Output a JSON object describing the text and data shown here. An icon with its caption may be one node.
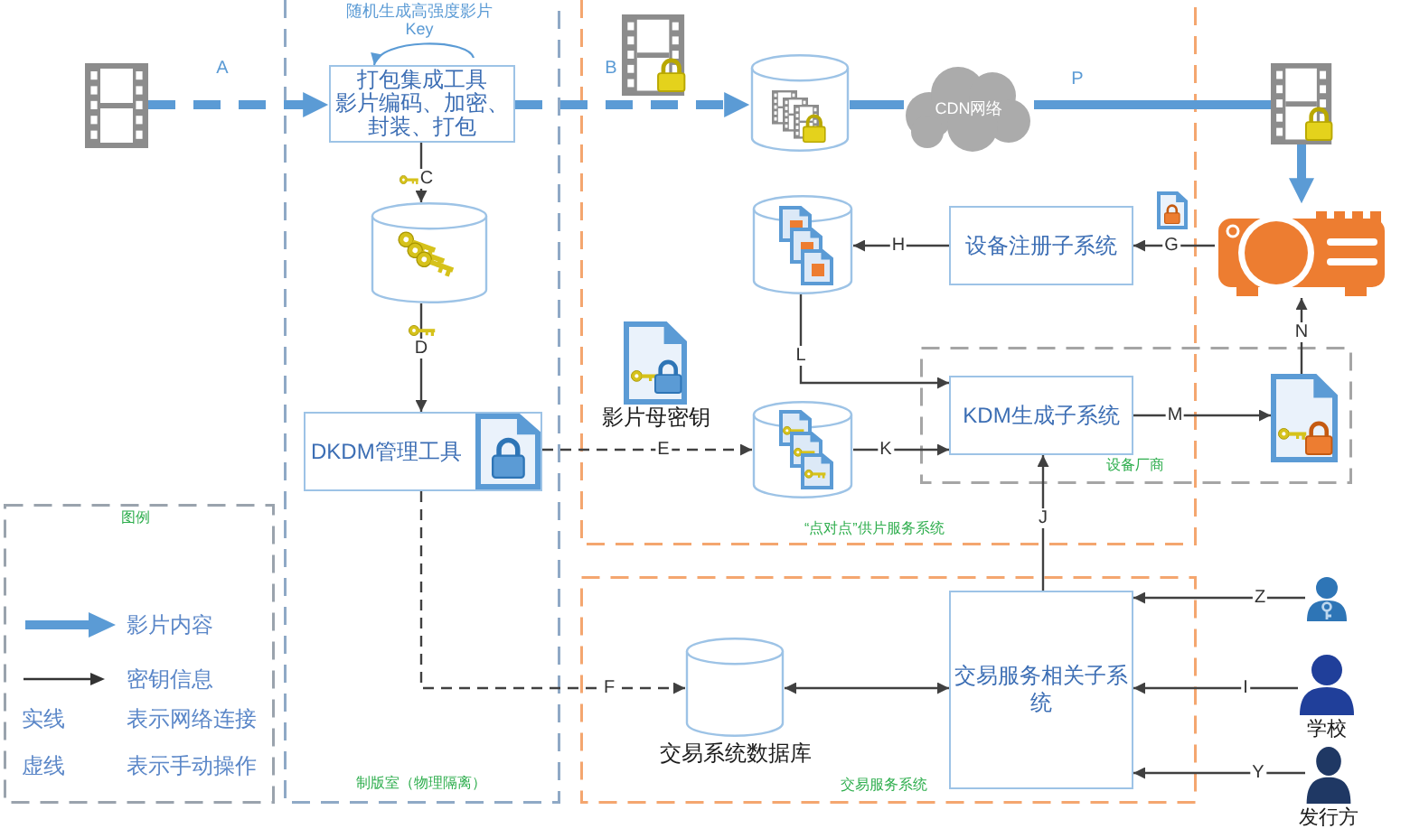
{
  "diagram": {
    "nodes": [
      {
        "text": [],
        "shape": "picture"
      },
      {
        "text": [
          "制版室（物理隔离）"
        ]
      },
      {
        "text": [
          "打包集成工具",
          "影片编码、加密、封装、打包"
        ],
        "in": 1
      },
      {
        "text": [],
        "shape": "cylinder",
        "in": 1
      },
      {
        "text": [
          "DKDM管理工具"
        ],
        "in": 1
      },
      {
        "text": [
          "“点对点”供片服务系统"
        ]
      },
      {
        "text": [],
        "shape": "cylinder",
        "in": 5
      },
      {
        "text": [
          "CDN网络"
        ],
        "in": 5
      },
      {
        "text": [],
        "shape": "cylinder",
        "in": 5
      },
      {
        "text": [
          "设备注册子系统"
        ],
        "in": 5
      },
      {
        "text": [],
        "shape": "cylinder",
        "in": 5
      },
      {
        "text": [
          "设备厂商"
        ]
      },
      {
        "text": [
          "KDM生成子系统"
        ]
      },
      {
        "text": [],
        "shape": "picture"
      },
      {
        "text": [],
        "shape": "picture"
      },
      {
        "text": [],
        "shape": "picture",
        "in": 11
      },
      {
        "text": [
          "交易服务系统"
        ]
      },
      {
        "text": [
          "交易系统数据库"
        ],
        "in": 16
      },
      {
        "text": [
          "交易服务相关子系统"
        ],
        "in": 16
      },
      {
        "text": [],
        "shape": "person"
      },
      {
        "text": [
          "学校"
        ]
      },
      {
        "text": [
          "发行方"
        ]
      }
    ],
    "edges": [
      {
        "from": 0,
        "to": 2,
        "arrow": "to",
        "label": "A",
        "style": "dashed",
        "color": "#5b9bd5"
      },
      {
        "from": null,
        "to": 2,
        "arrow": "to",
        "label": "随机生成高强度影片Key",
        "color": "#5b9bd5"
      },
      {
        "from": 2,
        "to": 3,
        "arrow": "to",
        "label": "C"
      },
      {
        "from": 3,
        "to": 4,
        "arrow": "to",
        "label": "D"
      },
      {
        "from": 2,
        "to": 6,
        "arrow": "to",
        "label": "B",
        "style": "dashed",
        "color": "#5b9bd5"
      },
      {
        "from": 6,
        "to": 7,
        "arrow": "none",
        "style": "thick",
        "color": "#5b9bd5"
      },
      {
        "from": 7,
        "to": 13,
        "arrow": "none",
        "label": "P",
        "style": "thick",
        "color": "#5b9bd5"
      },
      {
        "from": 13,
        "to": 14,
        "arrow": "to",
        "style": "thick",
        "color": "#5b9bd5"
      },
      {
        "from": 14,
        "to": 9,
        "arrow": "to",
        "label": "G"
      },
      {
        "from": 9,
        "to": 8,
        "arrow": "to",
        "label": "H"
      },
      {
        "from": 8,
        "to": 12,
        "arrow": "to",
        "label": "L"
      },
      {
        "from": 4,
        "to": 10,
        "arrow": "to",
        "label": "E",
        "style": "dashed"
      },
      {
        "from": 10,
        "to": 12,
        "arrow": "to",
        "label": "K"
      },
      {
        "from": 12,
        "to": 15,
        "arrow": "to",
        "label": "M"
      },
      {
        "from": 15,
        "to": 14,
        "arrow": "to",
        "label": "N"
      },
      {
        "from": 4,
        "to": 17,
        "arrow": "to",
        "label": "F",
        "style": "dashed"
      },
      {
        "from": 18,
        "to": 17,
        "arrow": "both"
      },
      {
        "from": 18,
        "to": 12,
        "arrow": "to",
        "label": "J"
      },
      {
        "from": 19,
        "to": 18,
        "arrow": "to",
        "label": "Z"
      },
      {
        "from": 20,
        "to": 18,
        "arrow": "to",
        "label": "I"
      },
      {
        "from": 21,
        "to": 18,
        "arrow": "to",
        "label": "Y"
      }
    ],
    "labels": [
      "影片母密钥",
      "图例",
      "实线",
      "表示网络连接",
      "虚线",
      "表示手动操作"
    ],
    "legend": [
      {
        "text": "影片内容"
      },
      {
        "text": "密钥信息"
      }
    ]
  }
}
